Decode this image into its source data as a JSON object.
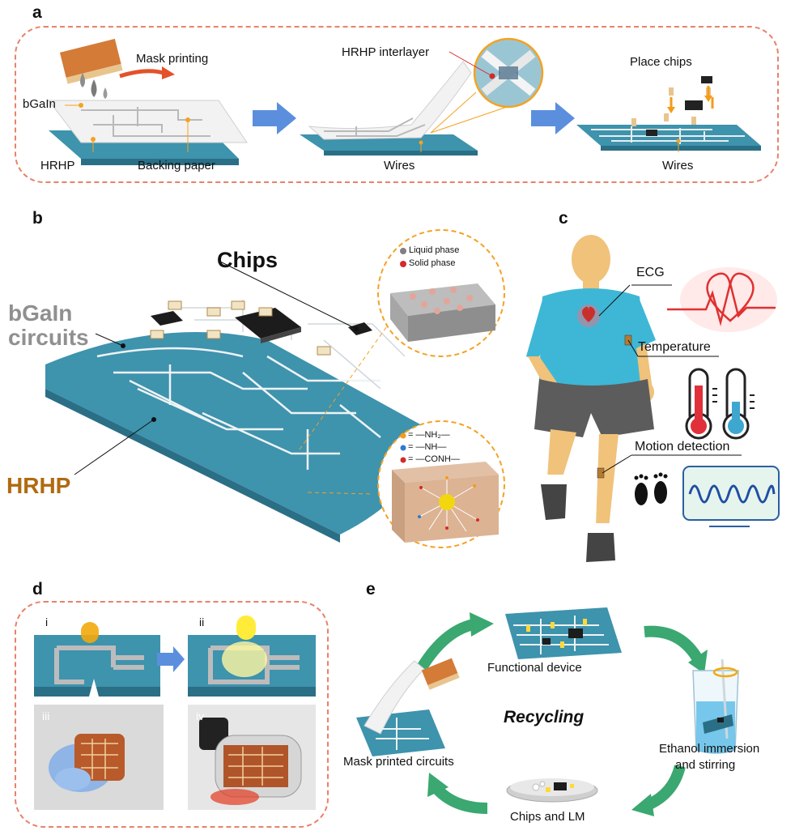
{
  "panels": {
    "a": {
      "letter": "a",
      "labels": {
        "mask_printing": "Mask printing",
        "bgain": "bGaIn",
        "hrhp": "HRHP",
        "backing_paper": "Backing paper",
        "hrhp_interlayer": "HRHP interlayer",
        "wires_1": "Wires",
        "place_chips": "Place chips",
        "wires_2": "Wires"
      }
    },
    "b": {
      "letter": "b",
      "labels": {
        "chips": "Chips",
        "bgain_line1": "bGaIn",
        "bgain_line2": "circuits",
        "hrhp": "HRHP",
        "liquid_phase": "Liquid phase",
        "solid_phase": "Solid phase",
        "nh2": "= —NH₂—",
        "nh": "= —NH—",
        "conh": "= —CONH—"
      }
    },
    "c": {
      "letter": "c",
      "labels": {
        "ecg": "ECG",
        "temperature": "Temperature",
        "motion_detection": "Motion detection"
      }
    },
    "d": {
      "letter": "d",
      "labels": {
        "i": "i",
        "ii": "ii",
        "iii": "iii",
        "iv": "iv"
      }
    },
    "e": {
      "letter": "e",
      "labels": {
        "functional_device": "Functional device",
        "recycling": "Recycling",
        "ethanol_line1": "Ethanol immersion",
        "ethanol_line2": "and stirring",
        "mask_printed": "Mask printed circuits",
        "chips_lm": "Chips and LM"
      }
    }
  },
  "colors": {
    "dash_border": "#e8826a",
    "substrate_blue": "#3e93ad",
    "arrow_blue": "#5b8fde",
    "cycle_green": "#3aa870",
    "hrhp_orange": "#b06a10",
    "bgain_grey": "#909090",
    "liquid_dot": "#808080",
    "solid_dot": "#d42a2a"
  }
}
